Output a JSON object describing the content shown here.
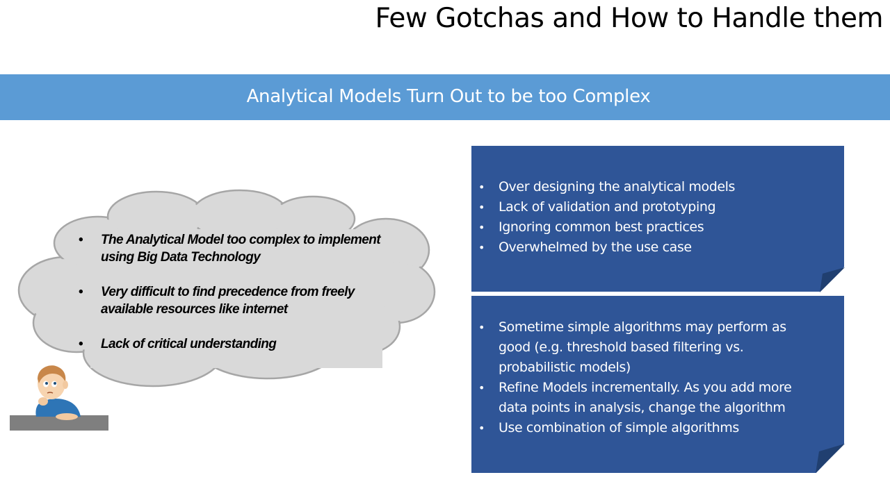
{
  "title": "Few Gotchas and How to Handle them",
  "banner": {
    "text": "Analytical Models Turn Out to be too Complex",
    "color": "#5b9bd5"
  },
  "cloud": {
    "fill": "#d9d9d9",
    "items": [
      "The Analytical Model too complex to implement using Big Data Technology",
      "Very difficult to find precedence from freely available resources like internet",
      "Lack of critical understanding"
    ]
  },
  "notes": {
    "color": "#2f5597",
    "causes": [
      "Over designing the analytical models",
      "Lack of validation and prototyping",
      "Ignoring common best practices",
      "Overwhelmed by the use case"
    ],
    "remedies": [
      "Sometime simple algorithms may perform as good (e.g. threshold based filtering vs. probabilistic models)",
      "Refine Models incrementally. As you add more data points in analysis, change the algorithm",
      "Use combination of simple algorithms"
    ]
  },
  "icons": {
    "bullet": "•",
    "thinking-person": "thinking-boy-icon"
  }
}
